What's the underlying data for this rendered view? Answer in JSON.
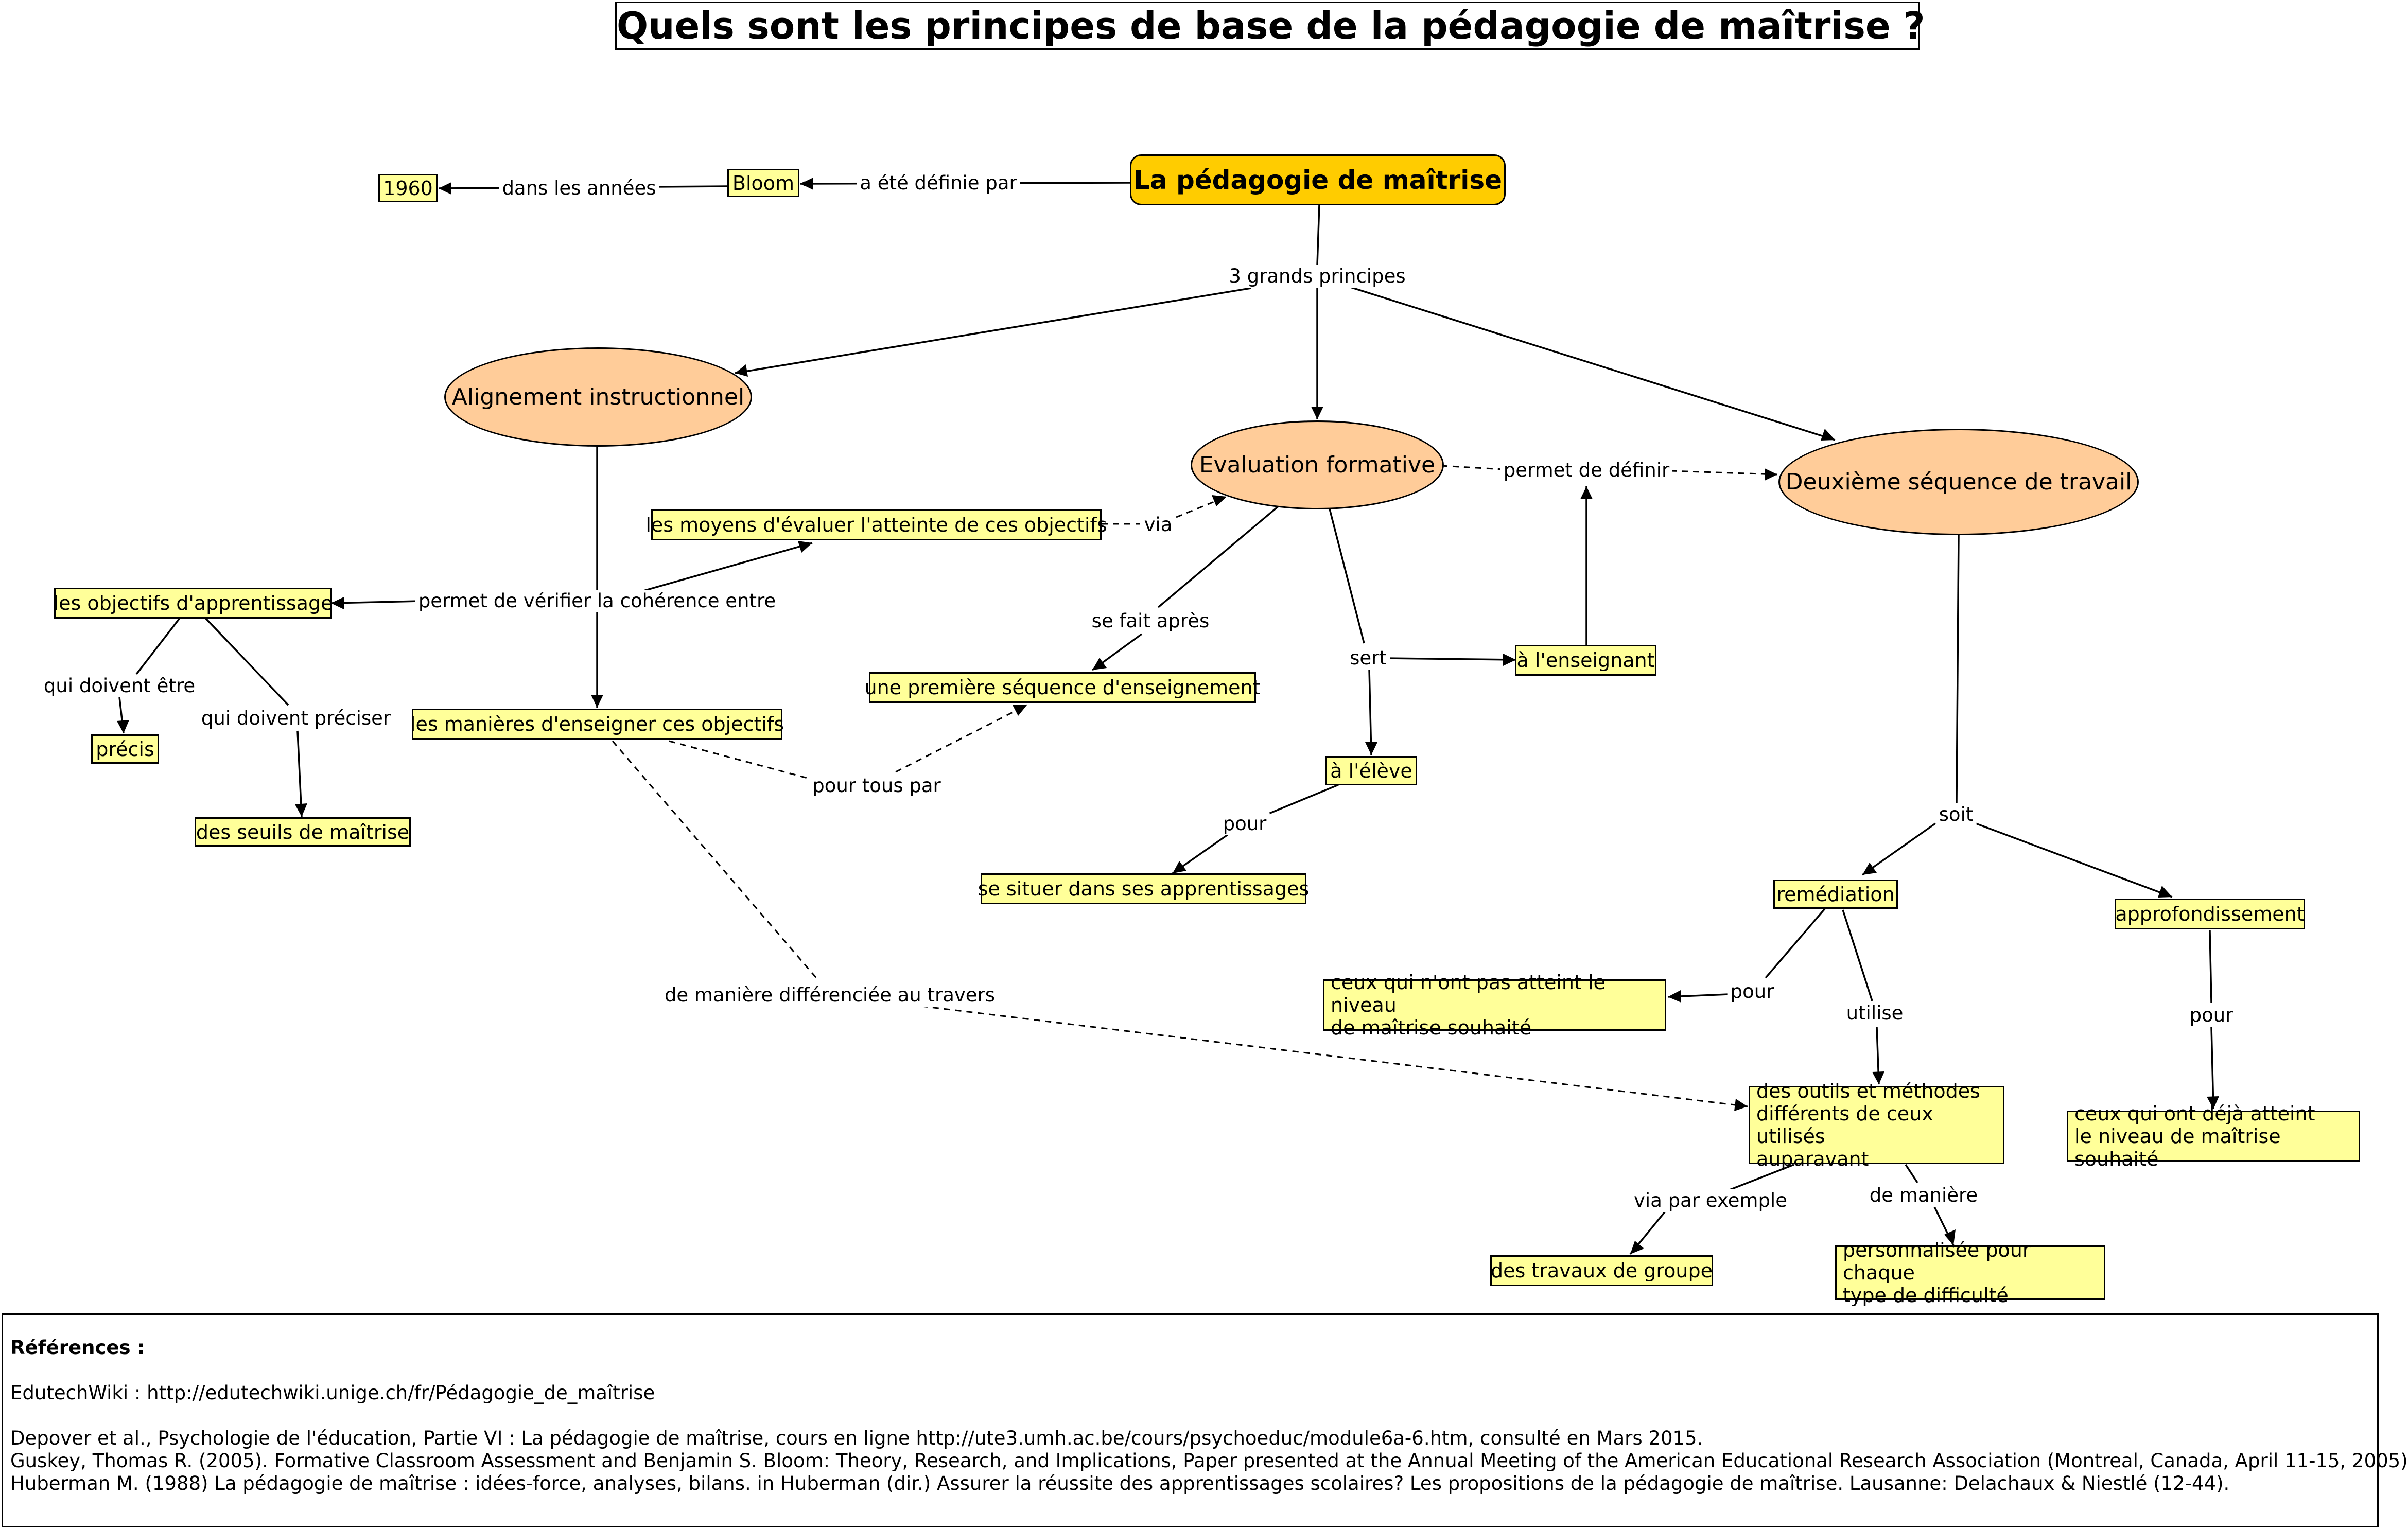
{
  "title": "Quels sont les principes de base de la pédagogie de maîtrise ?",
  "nodes": {
    "n1960": "1960",
    "bloom": "Bloom",
    "main": "La pédagogie de maîtrise",
    "alignement": "Alignement instructionnel",
    "evaluation": "Evaluation formative",
    "deuxieme": "Deuxième séquence de travail",
    "moyens": "les moyens d'évaluer l'atteinte de ces objectifs",
    "objectifs": "les objectifs d'apprentissage",
    "precis": "précis",
    "seuils": "des seuils de maîtrise",
    "manieres": "les manières d'enseigner ces objectifs",
    "premiere": "une première séquence d'enseignement",
    "enseignant": "à l'enseignant",
    "eleve": "à l'élève",
    "situer": "se situer dans ses apprentissages",
    "remediation": "remédiation",
    "approfondissement": "approfondissement",
    "ceux_pas": "ceux qui n'ont pas atteint le niveau\nde maîtrise souhaité",
    "outils": "des outils et méthodes\ndifférents de ceux utilisés\nauparavant",
    "ceux_deja": "ceux qui ont déjà atteint\nle niveau de maîtrise souhaité",
    "travaux": "des travaux de groupe",
    "personnalisee": "personnalisée pour chaque\ntype de difficulté"
  },
  "labels": {
    "dans_les_annees": "dans les années",
    "a_ete_definie_par": "a été définie par",
    "trois_grands_principes": "3 grands principes",
    "permet_de_verifier": "permet de vérifier la cohérence entre",
    "via": "via",
    "permet_de_definir": "permet de définir",
    "se_fait_apres": "se fait après",
    "sert": "sert",
    "qui_doivent_etre": "qui doivent être",
    "qui_doivent_preciser": "qui doivent préciser",
    "pour_tous_par": "pour tous par",
    "pour_eleve": "pour",
    "soit": "soit",
    "pour_remediation": "pour",
    "utilise": "utilise",
    "pour_approfondissement": "pour",
    "de_maniere_differenciee": "de manière différenciée au travers",
    "via_par_exemple": "via par exemple",
    "de_maniere": "de manière"
  },
  "references": {
    "title": "Références :",
    "lines": [
      "EdutechWiki : http://edutechwiki.unige.ch/fr/Pédagogie_de_maîtrise",
      "Depover et al., Psychologie de l'éducation, Partie VI : La pédagogie de maîtrise, cours en ligne http://ute3.umh.ac.be/cours/psychoeduc/module6a-6.htm, consulté en Mars 2015.",
      "Guskey, Thomas R. (2005). Formative Classroom Assessment and Benjamin S. Bloom: Theory, Research, and Implications, Paper presented at the Annual Meeting of the American Educational Research Association (Montreal, Canada, April 11-15, 2005)",
      "Huberman M. (1988) La pédagogie de maîtrise : idées-force, analyses, bilans. in Huberman (dir.) Assurer la réussite des apprentissages scolaires? Les propositions de la pédagogie de maîtrise. Lausanne: Delachaux & Niestlé (12-44)."
    ]
  },
  "colors": {
    "concept_fill": "#ffff99",
    "principle_fill": "#ffcc99",
    "main_fill": "#ffcc00"
  }
}
